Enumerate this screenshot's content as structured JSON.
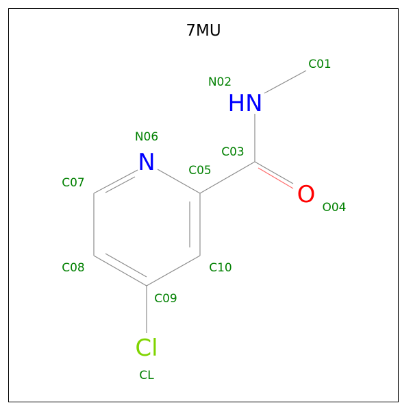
{
  "molecule": {
    "title": "7MU",
    "colors": {
      "bond": "#8c8c8c",
      "carbon_bond": "#8c8c8c",
      "nitrogen": "#0000ff",
      "oxygen": "#ff0000",
      "chlorine": "#7fd400",
      "atom_label": "#008000",
      "frame": "#000000"
    },
    "elements": {
      "hn": "HN",
      "n_ring": "N",
      "o": "O",
      "cl": "Cl"
    },
    "atom_labels": {
      "c01": "C01",
      "n02": "N02",
      "c03": "C03",
      "o04": "O04",
      "c05": "C05",
      "n06": "N06",
      "c07": "C07",
      "c08": "C08",
      "c09": "C09",
      "c10": "C10",
      "cl": "CL"
    }
  }
}
